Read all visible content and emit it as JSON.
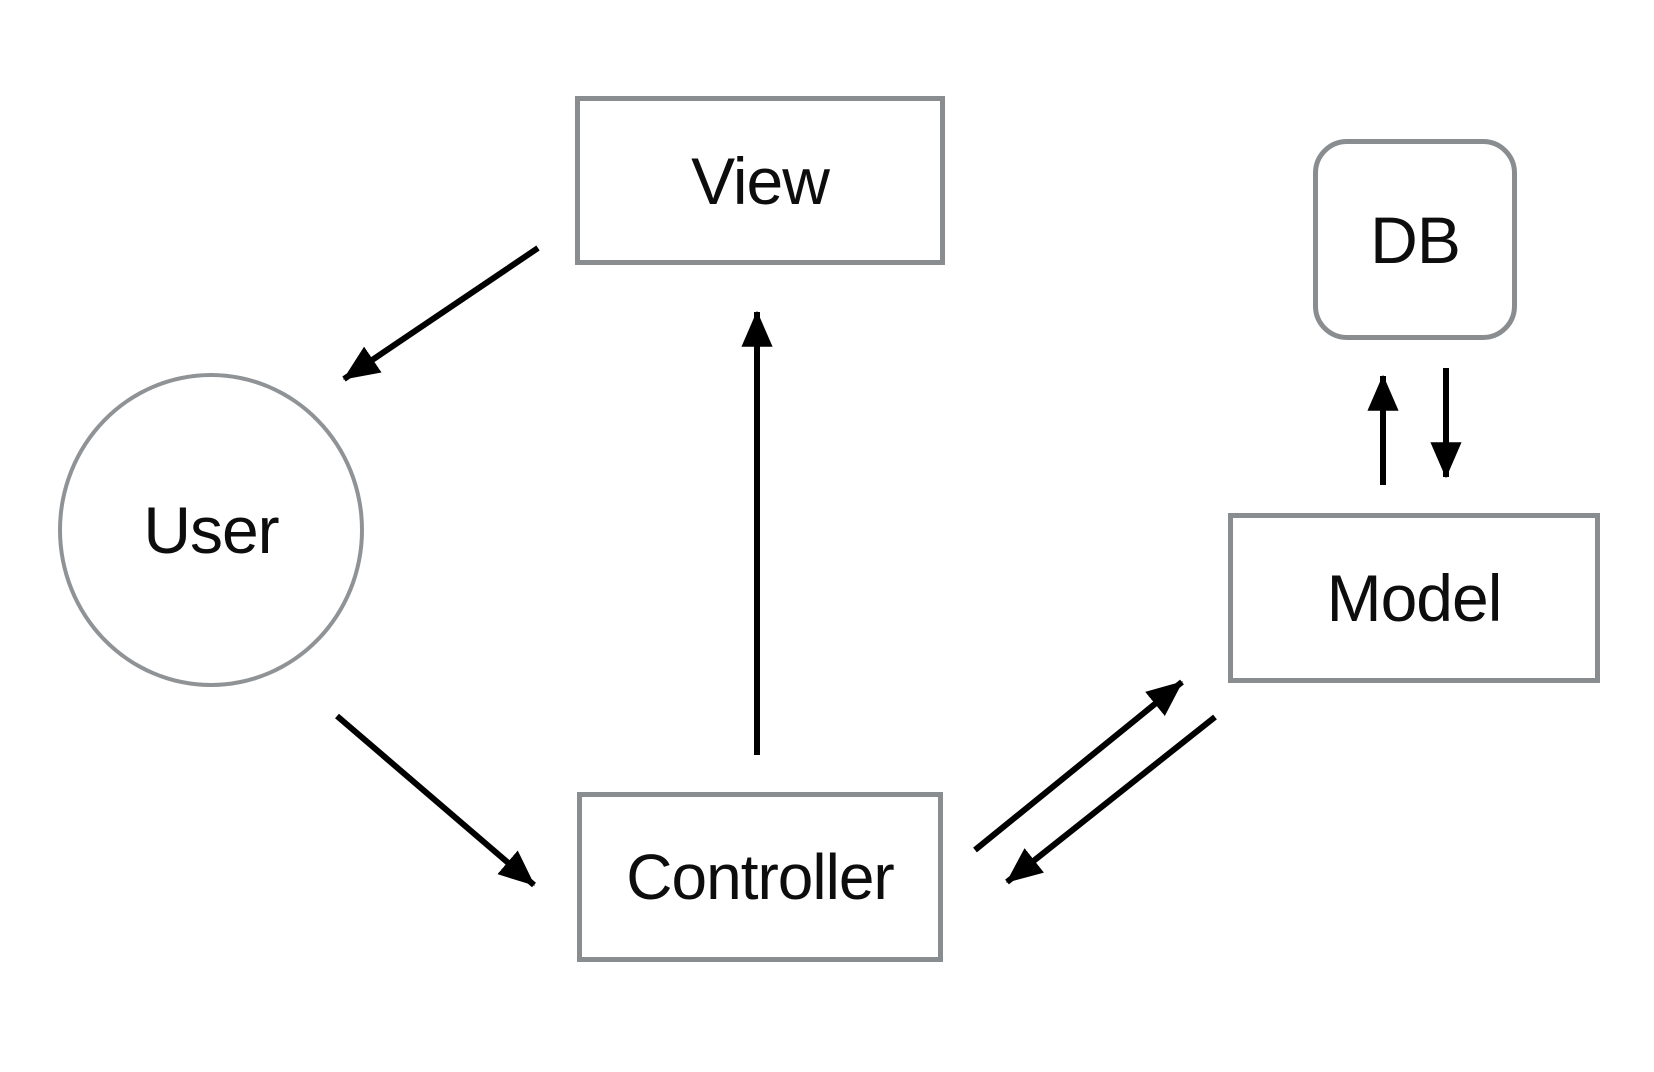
{
  "diagram": {
    "title": "MVC architecture diagram",
    "background_color": "#ffffff",
    "shape_border_color": "#8a8d90",
    "arrow_color": "#000000",
    "text_color": "#0d0d0d",
    "nodes": {
      "view": {
        "label": "View",
        "shape": "rectangle"
      },
      "db": {
        "label": "DB",
        "shape": "rounded-rectangle"
      },
      "user": {
        "label": "User",
        "shape": "circle"
      },
      "model": {
        "label": "Model",
        "shape": "rectangle"
      },
      "controller": {
        "label": "Controller",
        "shape": "rectangle"
      }
    },
    "edges": [
      {
        "from": "View",
        "to": "User",
        "style": "diagonal-arrow"
      },
      {
        "from": "User",
        "to": "Controller",
        "style": "diagonal-arrow"
      },
      {
        "from": "Controller",
        "to": "View",
        "style": "vertical-arrow"
      },
      {
        "from": "Controller",
        "to": "Model",
        "style": "diagonal-arrow"
      },
      {
        "from": "Model",
        "to": "Controller",
        "style": "diagonal-arrow"
      },
      {
        "from": "Model",
        "to": "DB",
        "style": "vertical-arrow"
      },
      {
        "from": "DB",
        "to": "Model",
        "style": "vertical-arrow"
      }
    ]
  }
}
